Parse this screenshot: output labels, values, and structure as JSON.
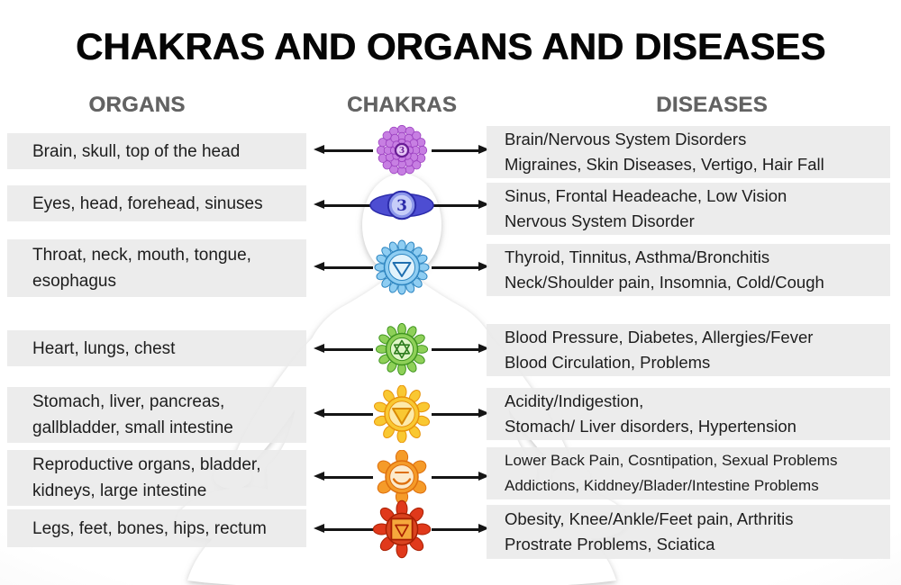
{
  "title": "CHAKRAS AND ORGANS AND DISEASES",
  "headers": {
    "organs": "ORGANS",
    "chakras": "CHAKRAS",
    "diseases": "DISEASES"
  },
  "colors": {
    "title_text": "#060606",
    "header_text": "#636363",
    "box_background": "rgba(234,234,234,0.9)",
    "arrow": "#151515",
    "body_text": "#1d1d1d"
  },
  "rows": [
    {
      "icon": "crown-chakra-icon",
      "organ_line1": "Brain, skull, top of the head",
      "organ_line2": "",
      "disease_line1": "Brain/Nervous System Disorders",
      "disease_line2": "Migraines, Skin Diseases, Vertigo, Hair Fall",
      "colors": {
        "deep": "#6a1d96",
        "main": "#9b3fc0",
        "light": "#c77fe2",
        "pale": "#e6c6f5"
      }
    },
    {
      "icon": "third-eye-chakra-icon",
      "organ_line1": "Eyes, head, forehead, sinuses",
      "organ_line2": "",
      "disease_line1": "Sinus, Frontal Headeache, Low Vision",
      "disease_line2": "Nervous System Disorder",
      "colors": {
        "deep": "#2c2cab",
        "main": "#4d4dd2",
        "light": "#8c97ea",
        "pale": "#c6cdf8"
      }
    },
    {
      "icon": "throat-chakra-icon",
      "organ_line1": "Throat, neck, mouth, tongue,",
      "organ_line2": "esophagus",
      "disease_line1": "Thyroid, Tinnitus, Asthma/Bronchitis",
      "disease_line2": "Neck/Shoulder pain, Insomnia, Cold/Cough",
      "colors": {
        "deep": "#1f6fb0",
        "main": "#2e86c1",
        "light": "#8ecdf2",
        "pale": "#e2f3fc"
      }
    },
    {
      "icon": "heart-chakra-icon",
      "organ_line1": "Heart, lungs, chest",
      "organ_line2": "",
      "disease_line1": "Blood Pressure, Diabetes, Allergies/Fever",
      "disease_line2": "Blood Circulation, Problems",
      "colors": {
        "deep": "#2e7d1e",
        "main": "#3f941f",
        "light": "#8ed058",
        "pale": "#e0f5c8"
      }
    },
    {
      "icon": "solar-plexus-chakra-icon",
      "organ_line1": "Stomach, liver, pancreas,",
      "organ_line2": "gallbladder, small intestine",
      "disease_line1": "Acidity/Indigestion,",
      "disease_line2": "Stomach/ Liver disorders, Hypertension",
      "colors": {
        "deep": "#d88a05",
        "main": "#e8940b",
        "light": "#f9c832",
        "pale": "#fdeaa9"
      }
    },
    {
      "icon": "sacral-chakra-icon",
      "organ_line1": "Reproductive organs, bladder,",
      "organ_line2": "kidneys, large intestine",
      "disease_line1": "Lower Back Pain, Cosntipation, Sexual Problems",
      "disease_line2": "Addictions, Kiddney/Blader/Intestine Problems",
      "colors": {
        "deep": "#c45c08",
        "main": "#dd6f0e",
        "light": "#f59b29",
        "pale": "#fceacb"
      }
    },
    {
      "icon": "root-chakra-icon",
      "organ_line1": "Legs, feet, bones, hips, rectum",
      "organ_line2": "",
      "disease_line1": "Obesity, Knee/Ankle/Feet pain, Arthritis",
      "disease_line2": "Prostrate Problems, Sciatica",
      "colors": {
        "deep": "#a81f02",
        "main": "#d9431f",
        "light": "#e0391b",
        "pale": "#f5a83c"
      }
    }
  ]
}
